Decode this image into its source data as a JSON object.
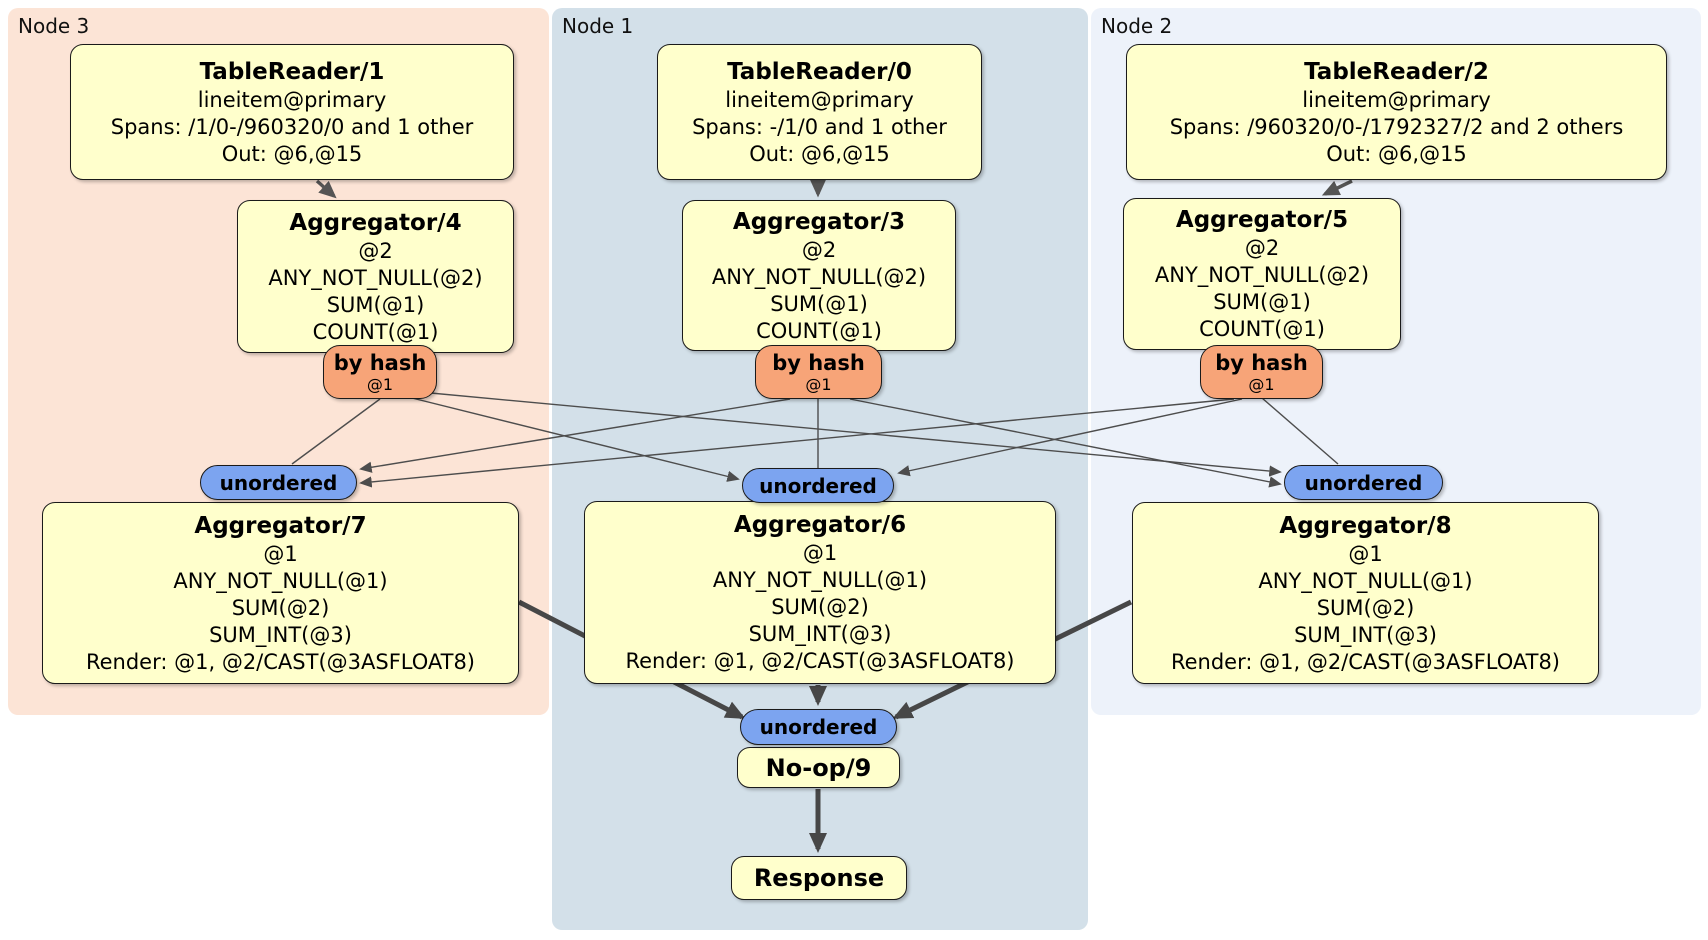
{
  "regions": [
    {
      "id": "node3",
      "label": "Node 3",
      "color": "#fce4d6"
    },
    {
      "id": "node1",
      "label": "Node 1",
      "color": "#d3e0e9"
    },
    {
      "id": "node2",
      "label": "Node 2",
      "color": "#edf2fa"
    }
  ],
  "colors": {
    "processor_fill": "#ffffcc",
    "router_fill": "#f7a478",
    "sync_fill": "#7ca4f0",
    "edge_thin": "#4d4d4d",
    "edge_thick": "#474747",
    "border": "#1a1a1a"
  },
  "processors": {
    "tr1": {
      "title": "TableReader/1",
      "lines": [
        "lineitem@primary",
        "Spans: /1/0-/960320/0 and 1 other",
        "Out: @6,@15"
      ]
    },
    "tr0": {
      "title": "TableReader/0",
      "lines": [
        "lineitem@primary",
        "Spans: -/1/0 and 1 other",
        "Out: @6,@15"
      ]
    },
    "tr2": {
      "title": "TableReader/2",
      "lines": [
        "lineitem@primary",
        "Spans: /960320/0-/1792327/2 and 2 others",
        "Out: @6,@15"
      ]
    },
    "agg4": {
      "title": "Aggregator/4",
      "lines": [
        "@2",
        "ANY_NOT_NULL(@2)",
        "SUM(@1)",
        "COUNT(@1)"
      ]
    },
    "agg3": {
      "title": "Aggregator/3",
      "lines": [
        "@2",
        "ANY_NOT_NULL(@2)",
        "SUM(@1)",
        "COUNT(@1)"
      ]
    },
    "agg5": {
      "title": "Aggregator/5",
      "lines": [
        "@2",
        "ANY_NOT_NULL(@2)",
        "SUM(@1)",
        "COUNT(@1)"
      ]
    },
    "agg7": {
      "title": "Aggregator/7",
      "lines": [
        "@1",
        "ANY_NOT_NULL(@1)",
        "SUM(@2)",
        "SUM_INT(@3)",
        "Render: @1, @2/CAST(@3ASFLOAT8)"
      ]
    },
    "agg6": {
      "title": "Aggregator/6",
      "lines": [
        "@1",
        "ANY_NOT_NULL(@1)",
        "SUM(@2)",
        "SUM_INT(@3)",
        "Render: @1, @2/CAST(@3ASFLOAT8)"
      ]
    },
    "agg8": {
      "title": "Aggregator/8",
      "lines": [
        "@1",
        "ANY_NOT_NULL(@1)",
        "SUM(@2)",
        "SUM_INT(@3)",
        "Render: @1, @2/CAST(@3ASFLOAT8)"
      ]
    },
    "noop": {
      "title": "No-op/9"
    },
    "response": {
      "title": "Response"
    }
  },
  "router": {
    "label": "by hash",
    "detail": "@1"
  },
  "sync": {
    "label": "unordered"
  }
}
